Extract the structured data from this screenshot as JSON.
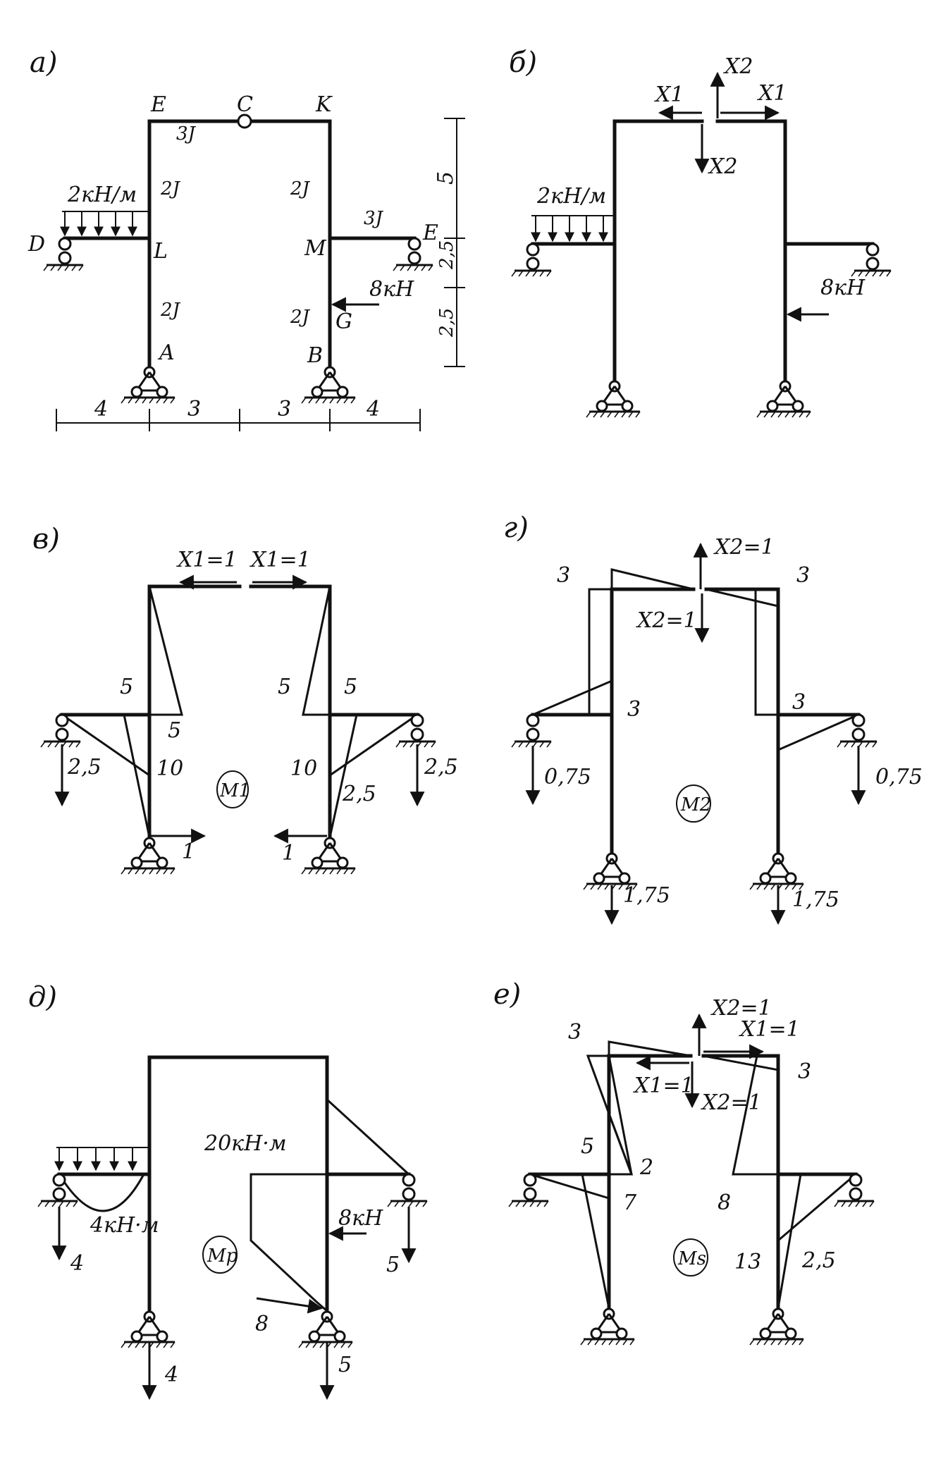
{
  "panels": {
    "a": {
      "letter": "а)",
      "nodes": {
        "E": "E",
        "C": "C",
        "K": "K",
        "D": "D",
        "L": "L",
        "M": "M",
        "E2": "E",
        "G": "G",
        "A": "A",
        "B": "B"
      },
      "stiffness": {
        "top": "3J",
        "left_upper": "2J",
        "left_lower": "2J",
        "right_upper": "2J",
        "right_lower": "2J",
        "right_cant": "3J"
      },
      "load_q": "2кН/м",
      "load_F": "8кН",
      "dims_h": [
        "4",
        "3",
        "3",
        "4"
      ],
      "dims_v": [
        "5",
        "2,5",
        "2,5"
      ]
    },
    "b": {
      "letter": "б)",
      "x1": "X1",
      "x2": "X2",
      "load_q": "2кН/м",
      "load_F": "8кН"
    },
    "v": {
      "letter": "в)",
      "x1_left": "X1=1",
      "x1_right": "X1=1",
      "values": {
        "l_top5": "5",
        "l_mid5": "5",
        "l_25": "2,5",
        "l_10": "10",
        "r_5a": "5",
        "r_5b": "5",
        "r_10": "10",
        "r_25": "2,5",
        "r_react": "2,5",
        "l_base": "1",
        "r_base": "1"
      },
      "diagram": "M1"
    },
    "g": {
      "letter": "г)",
      "x2_up": "X2=1",
      "x2_down": "X2=1",
      "values": {
        "l_top3": "3",
        "r_top3": "3",
        "l_mid3": "3",
        "r_mid3": "3",
        "l_react": "0,75",
        "r_react": "0,75",
        "l_base": "1,75",
        "r_base": "1,75"
      },
      "diagram": "M2"
    },
    "d": {
      "letter": "д)",
      "values": {
        "m20": "20кН·м",
        "m4": "4кН·м",
        "F8": "8кН",
        "l_react": "4",
        "l_base": "4",
        "r_react": "5",
        "r_base": "5",
        "base8": "8"
      },
      "diagram": "Mp"
    },
    "e": {
      "letter": "е)",
      "labels": {
        "x2_top": "X2=1",
        "x1_top": "X1=1",
        "x1_low": "X1=1",
        "x2_low": "X2=1"
      },
      "values": {
        "l3": "3",
        "r3": "3",
        "v5": "5",
        "v2": "2",
        "v7": "7",
        "v8": "8",
        "v13": "13",
        "v25": "2,5"
      },
      "diagram": "Ms"
    }
  }
}
